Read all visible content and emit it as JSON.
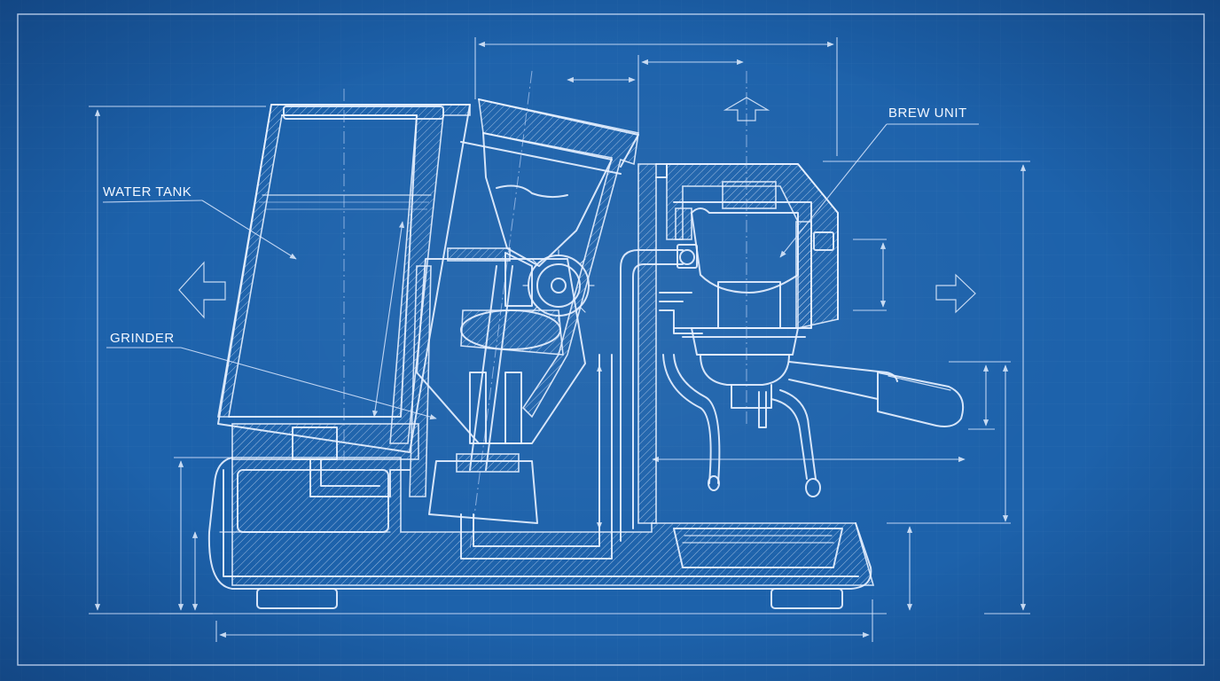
{
  "labels": {
    "water_tank": "WATER TANK",
    "grinder": "GRINDER",
    "brew_unit": "BREW UNIT"
  },
  "colors": {
    "background": "#1d62ab",
    "ink": "#e6f0ff"
  }
}
